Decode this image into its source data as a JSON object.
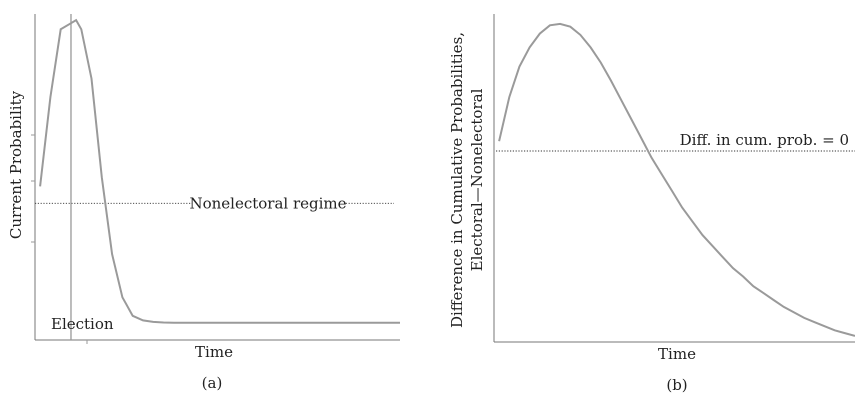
{
  "chart_data": [
    {
      "type": "line",
      "panel_label": "(a)",
      "xlabel": "Time",
      "ylabel": "Current Probability",
      "x": [
        0,
        1,
        2,
        3,
        3.5,
        4,
        5,
        6,
        7,
        8,
        9,
        10,
        11,
        12,
        13,
        14,
        15,
        16,
        17,
        18,
        19,
        20,
        21,
        22,
        23,
        24,
        25,
        26,
        27,
        28,
        29,
        30,
        31,
        32,
        33,
        34,
        35
      ],
      "series": [
        {
          "values": [
            0.45,
            0.74,
            0.96,
            0.98,
            0.99,
            0.96,
            0.8,
            0.48,
            0.23,
            0.09,
            0.03,
            0.015,
            0.01,
            0.008,
            0.007,
            0.007,
            0.007,
            0.007,
            0.007,
            0.007,
            0.007,
            0.007,
            0.007,
            0.007,
            0.007,
            0.007,
            0.007,
            0.007,
            0.007,
            0.007,
            0.007,
            0.007,
            0.007,
            0.007,
            0.007,
            0.007,
            0.007
          ]
        }
      ],
      "reference_line": {
        "y": 0.395,
        "label": "Nonelectoral regime"
      },
      "event_line": {
        "x": 3,
        "label": "Election"
      },
      "xlim": [
        -0.5,
        35
      ],
      "ylim": [
        0,
        1.0
      ]
    },
    {
      "type": "line",
      "panel_label": "(b)",
      "xlabel": "Time",
      "ylabel": "Difference in Cumulative Probabilities,",
      "ylabel2": "Electoral—Nonelectoral",
      "x": [
        0,
        1,
        2,
        3,
        4,
        5,
        6,
        7,
        8,
        9,
        10,
        11,
        12,
        13,
        14,
        15,
        16,
        17,
        18,
        19,
        20,
        21,
        22,
        23,
        24,
        25,
        26,
        27,
        28,
        29,
        30,
        31,
        32,
        33,
        34,
        35
      ],
      "series": [
        {
          "values": [
            0.55,
            0.71,
            0.82,
            0.89,
            0.94,
            0.97,
            0.975,
            0.965,
            0.935,
            0.89,
            0.835,
            0.77,
            0.7,
            0.63,
            0.56,
            0.49,
            0.43,
            0.37,
            0.31,
            0.26,
            0.21,
            0.17,
            0.13,
            0.09,
            0.06,
            0.025,
            0.0,
            -0.025,
            -0.05,
            -0.07,
            -0.09,
            -0.105,
            -0.12,
            -0.135,
            -0.145,
            -0.155
          ]
        }
      ],
      "reference_line": {
        "y": 0.4,
        "label": "Diff. in cum. prob. = 0"
      },
      "xlim": [
        -0.5,
        35
      ],
      "ylim": [
        -0.17,
        1.0
      ]
    }
  ]
}
